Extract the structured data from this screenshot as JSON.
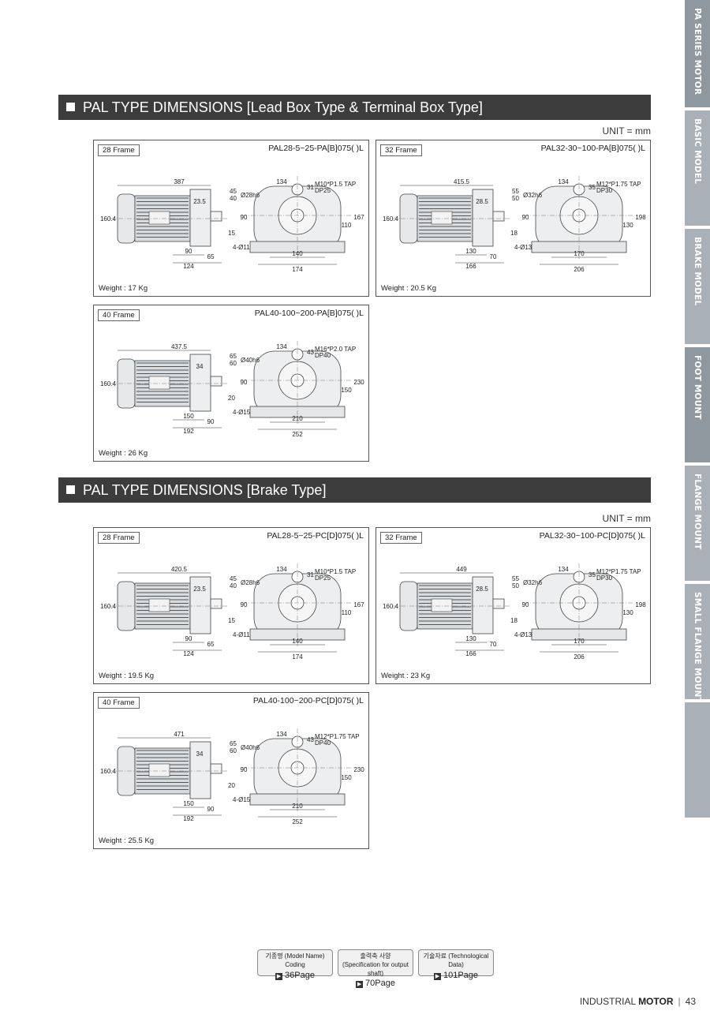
{
  "side_tabs": [
    {
      "label": "PA SERIES MOTOR",
      "active": true
    },
    {
      "label": "BASIC MODEL"
    },
    {
      "label": "BRAKE MODEL"
    },
    {
      "label": "FOOT MOUNT",
      "active": true
    },
    {
      "label": "FLANGE MOUNT"
    },
    {
      "label": "SMALL FLANGE MOUNT"
    },
    {
      "label": ""
    }
  ],
  "section1": {
    "title": "PAL TYPE DIMENSIONS [Lead Box Type & Terminal Box Type]",
    "unit": "UNIT = mm",
    "panels": [
      {
        "frame": "28 Frame",
        "model": "PAL28-5~25-PA[B]075(  )L",
        "weight": "Weight : 17 Kg",
        "dims": {
          "len": "387",
          "a": "45",
          "b": "40",
          "shaft": "Ø28h6",
          "h1": "23.5",
          "top": "134",
          "c": "31",
          "tap1": "M10*P1.5 TAP",
          "tap2": "DP25",
          "motor_d": "160.4",
          "fh": "15",
          "d1": "90",
          "d2": "124",
          "d3": "65",
          "ch": "90",
          "holes": "4-Ø11",
          "w1": "140",
          "w2": "174",
          "h2": "110",
          "h3": "167"
        }
      },
      {
        "frame": "32 Frame",
        "model": "PAL32-30~100-PA[B]075(  )L",
        "weight": "Weight : 20.5 Kg",
        "dims": {
          "len": "415.5",
          "a": "55",
          "b": "50",
          "shaft": "Ø32h6",
          "h1": "28.5",
          "top": "134",
          "c": "35",
          "tap1": "M12*P1.75 TAP",
          "tap2": "DP30",
          "motor_d": "160.4",
          "fh": "18",
          "d1": "130",
          "d2": "166",
          "d3": "70",
          "ch": "90",
          "holes": "4-Ø13",
          "w1": "170",
          "w2": "206",
          "h2": "130",
          "h3": "198"
        }
      },
      {
        "frame": "40 Frame",
        "model": "PAL40-100~200-PA[B]075(  )L",
        "weight": "Weight : 26 Kg",
        "dims": {
          "len": "437.5",
          "a": "65",
          "b": "60",
          "shaft": "Ø40h6",
          "h1": "34",
          "top": "134",
          "c": "43",
          "tap1": "M16*P2.0 TAP",
          "tap2": "DP40",
          "motor_d": "160.4",
          "fh": "20",
          "d1": "150",
          "d2": "192",
          "d3": "90",
          "ch": "90",
          "holes": "4-Ø15",
          "w1": "210",
          "w2": "252",
          "h2": "150",
          "h3": "230"
        }
      }
    ]
  },
  "section2": {
    "title": "PAL TYPE DIMENSIONS [Brake Type]",
    "unit": "UNIT = mm",
    "panels": [
      {
        "frame": "28 Frame",
        "model": "PAL28-5~25-PC[D]075(  )L",
        "weight": "Weight : 19.5 Kg",
        "dims": {
          "len": "420.5",
          "a": "45",
          "b": "40",
          "shaft": "Ø28h6",
          "h1": "23.5",
          "top": "134",
          "c": "31",
          "tap1": "M10*P1.5 TAP",
          "tap2": "DP25",
          "motor_d": "160.4",
          "fh": "15",
          "d1": "90",
          "d2": "124",
          "d3": "65",
          "ch": "90",
          "holes": "4-Ø11",
          "w1": "140",
          "w2": "174",
          "h2": "110",
          "h3": "167"
        }
      },
      {
        "frame": "32 Frame",
        "model": "PAL32-30~100-PC[D]075(  )L",
        "weight": "Weight : 23 Kg",
        "dims": {
          "len": "449",
          "a": "55",
          "b": "50",
          "shaft": "Ø32h6",
          "h1": "28.5",
          "top": "134",
          "c": "35",
          "tap1": "M12*P1.75 TAP",
          "tap2": "DP30",
          "motor_d": "160.4",
          "fh": "18",
          "d1": "130",
          "d2": "166",
          "d3": "70",
          "ch": "90",
          "holes": "4-Ø13",
          "w1": "170",
          "w2": "206",
          "h2": "130",
          "h3": "198"
        }
      },
      {
        "frame": "40 Frame",
        "model": "PAL40-100~200-PC[D]075(  )L",
        "weight": "Weight : 25.5 Kg",
        "dims": {
          "len": "471",
          "a": "65",
          "b": "60",
          "shaft": "Ø40h6",
          "h1": "34",
          "top": "134",
          "c": "43",
          "tap1": "M12*P1.75 TAP",
          "tap2": "DP40",
          "motor_d": "160.4",
          "fh": "20",
          "d1": "150",
          "d2": "192",
          "d3": "90",
          "ch": "90",
          "holes": "4-Ø15",
          "w1": "210",
          "w2": "252",
          "h2": "150",
          "h3": "230"
        }
      }
    ]
  },
  "links": [
    {
      "label": "기종명 (Model Name) Coding",
      "page": "36Page"
    },
    {
      "label": "출력축 사양 (Specification for output shaft)",
      "page": "70Page"
    },
    {
      "label": "기술자료 (Technological Data)",
      "page": "101Page"
    }
  ],
  "footer": {
    "prefix": "INDUSTRIAL",
    "strong": "MOTOR",
    "sep": "|",
    "page": "43"
  }
}
